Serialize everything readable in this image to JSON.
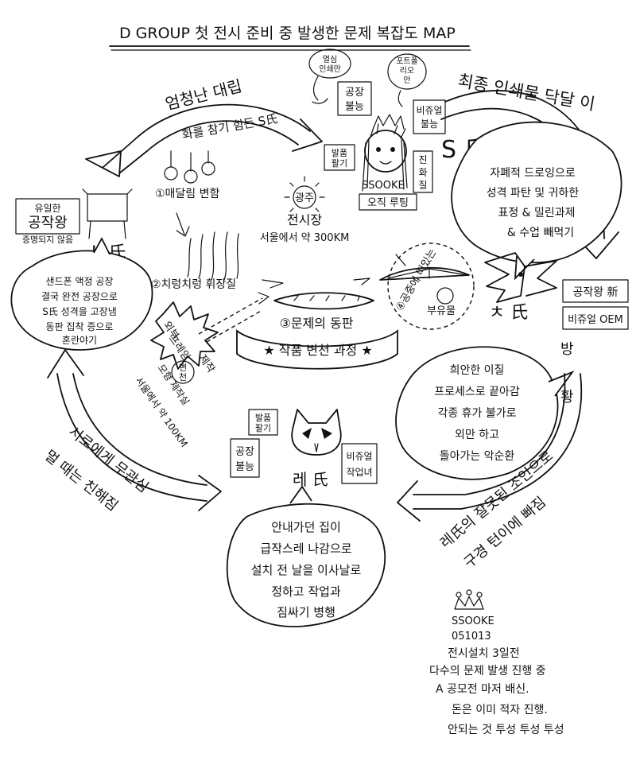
{
  "title": "D GROUP 첫 전시 준비 중 발생한 문제 복잡도 MAP",
  "s_person": {
    "name": "S 氏",
    "name2": "SSOOKE",
    "trait": "오직 루팅",
    "bubble_left": [
      "공장",
      "불능"
    ],
    "bubble_right": [
      "비쥬얼",
      "불능"
    ],
    "thought_left": [
      "열심",
      "인쇄만"
    ],
    "thought_right": [
      "포트폴",
      "리오",
      "만"
    ],
    "tag_left": [
      "발품",
      "팔기"
    ],
    "tag_right": [
      "진",
      "화",
      "질"
    ]
  },
  "k_person": {
    "name": "K 氏",
    "box_label": [
      "유일한",
      "공작왕"
    ],
    "box_sub": "증명되지 않음",
    "bubble": [
      "샌드폰 액정 공장",
      "결국 완전 공장으로",
      "S氏 성격을 고장냄",
      "동판 집착 증으로",
      "혼란야기"
    ]
  },
  "c_person": {
    "name": "ㅊ 氏",
    "tag1": "공작왕 新",
    "tag2": "비쥬얼 OEM",
    "bubble": [
      "자폐적 드로잉으로",
      "성격 파탄 및 귀하한",
      "표정 & 밀린과제",
      "& 수업 빼먹기"
    ]
  },
  "r_person": {
    "name": "레 氏",
    "tag_top": [
      "발품",
      "팔기"
    ],
    "tag_left": [
      "공장",
      "불능"
    ],
    "tag_right": [
      "비쥬얼",
      "작업녀"
    ],
    "bubble": [
      "안내가던 집이",
      "급작스레 나감으로",
      "설치 전 날을 이사날로",
      "정하고 작업과",
      "짐싸기 병행"
    ]
  },
  "right_bubble": [
    "희안한 이질",
    "프로세스로 끝아감",
    "각종 휴가 불가로",
    "외만 하고",
    "돌아가는 악순환"
  ],
  "arrows": {
    "top": [
      "엄청난 대립",
      "화를 참기 힘든 S氏"
    ],
    "right_top": "최종 인쇄물 닥달 이",
    "left": [
      "서로에게 무관심",
      "멀 때는 친해짐"
    ],
    "right_bottom": [
      "레氏의 잘못된 조언으로",
      "구경 턴이에 빠짐"
    ],
    "right_side": [
      "방",
      "황"
    ]
  },
  "center": {
    "venue": "광주",
    "venue_label": "전시장",
    "venue_sub": "서울에서 약 300KM",
    "step1": "①매달림 변함",
    "step2": "②치렁치렁 휘장질",
    "step3": "③문제의 동판",
    "step4_a": "④공중에 떠있는",
    "step4_b": "부유물",
    "banner": "★ 작품 변천 과정 ★",
    "factory": [
      "외부",
      "프레임",
      "제작"
    ],
    "factory_center": [
      "변",
      "천"
    ],
    "factory_sub": [
      "모형 제작실",
      "서울에서 약 100KM"
    ]
  },
  "signature": {
    "name": "SSOOKE",
    "date": "051013",
    "lines": [
      "전시설치 3일전",
      "다수의 문제 발생 진행 중",
      "A 공모전 마저 배신.",
      "돈은 이미 적자 진행.",
      "안되는 것 투성 투성 투성"
    ]
  }
}
